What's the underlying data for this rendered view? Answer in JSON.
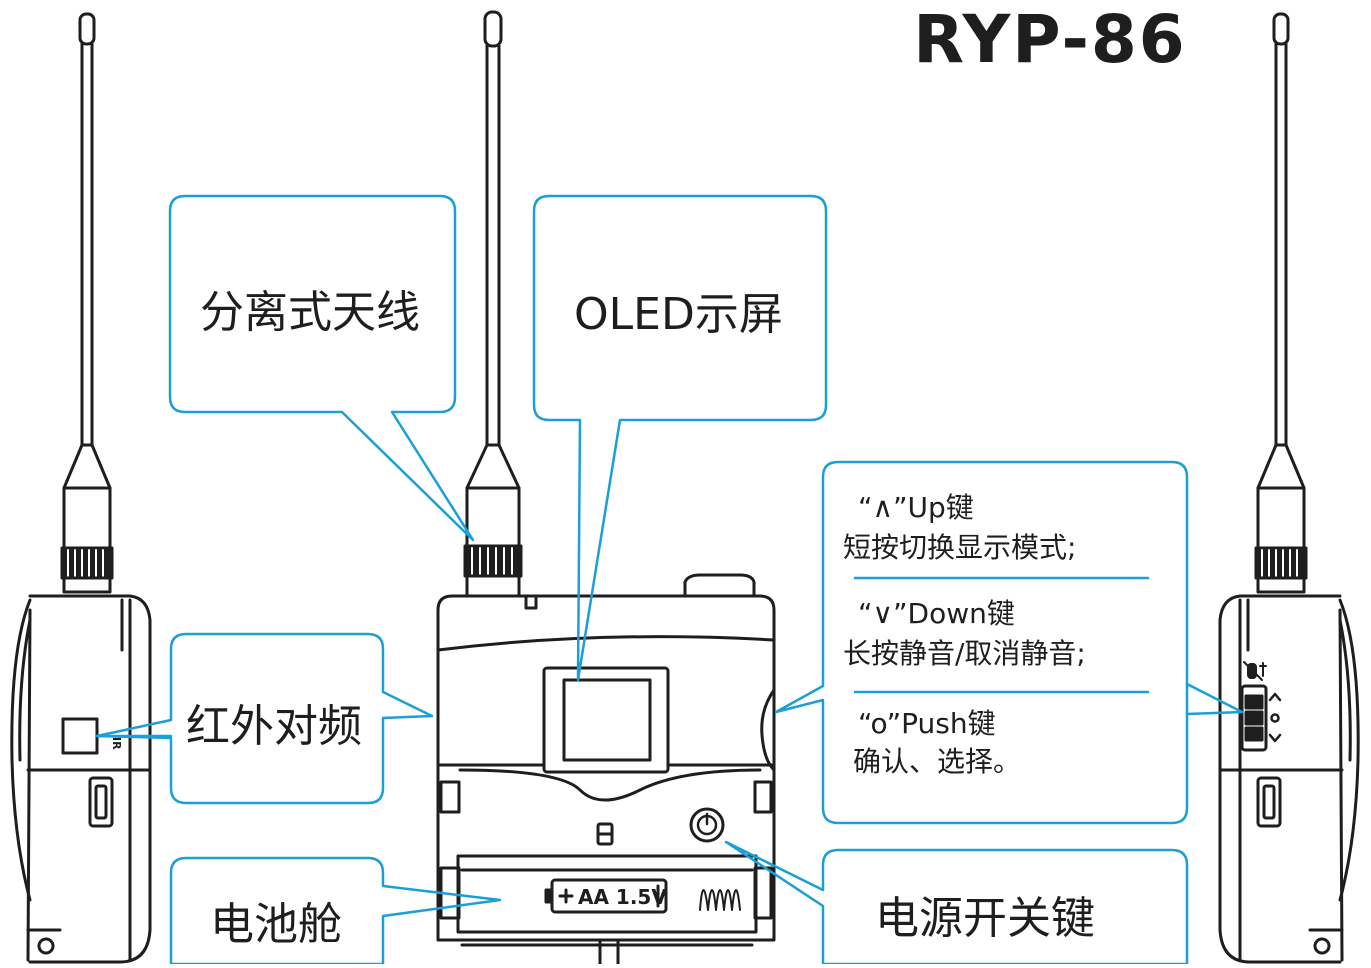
{
  "title": "RYP-86",
  "colors": {
    "callout": "#1a9fd6",
    "device": "#1e1e1e"
  },
  "callouts": {
    "antenna": "分离式天线",
    "oled": "OLED示屏",
    "ir": "红外对频",
    "battery": "电池舱",
    "power": "电源开关键"
  },
  "keys": [
    {
      "title": "“∧”Up键",
      "desc": "短按切换显示模式;"
    },
    {
      "title": "“∨”Down键",
      "desc": "长按静音/取消静音;"
    },
    {
      "title": "“o”Push键",
      "desc": "确认、选择。"
    }
  ],
  "device_text": {
    "ir_mark": "IR",
    "battery_mark": "AA 1.5V"
  },
  "icons": [
    "power-icon",
    "mute-icon",
    "up-arrow-icon",
    "down-arrow-icon",
    "push-icon",
    "battery-icon"
  ]
}
